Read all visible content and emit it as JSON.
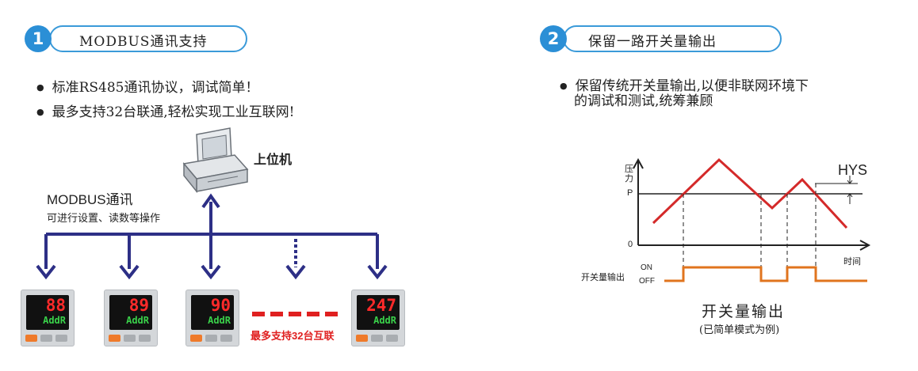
{
  "section1": {
    "number": "1",
    "title": "MODBUS通讯支持",
    "bullets": [
      "标准RS485通讯协议，调试简单！",
      "最多支持32台联通,轻松实现工业互联网!"
    ],
    "host_label": "上位机",
    "comm_title": "MODBUS通讯",
    "comm_desc": "可进行设置、读数等操作",
    "devices": [
      {
        "value": "88",
        "sub": "AddR"
      },
      {
        "value": "89",
        "sub": "AddR"
      },
      {
        "value": "90",
        "sub": "AddR"
      },
      {
        "value": "247",
        "sub": "AddR"
      }
    ],
    "max_note": "最多支持32台互联"
  },
  "section2": {
    "number": "2",
    "title": "保留一路开关量输出",
    "bullet_lines": [
      "保留传统开关量输出,以便非联网环境下",
      "的调试和测试,统筹兼顾"
    ],
    "diagram": {
      "y_label": "压力",
      "p_label": "P",
      "zero_label": "0",
      "hys_label": "HYS",
      "x_label": "时间",
      "output_label": "开关量输出",
      "on_label": "ON",
      "off_label": "OFF"
    },
    "caption": "开关量输出",
    "subcaption": "(已简单模式为例)"
  },
  "colors": {
    "accent": "#2b8fd6",
    "arrow": "#2d2f86",
    "red_line": "#d42a2a",
    "orange_line": "#e0741e",
    "note": "#e02020"
  }
}
